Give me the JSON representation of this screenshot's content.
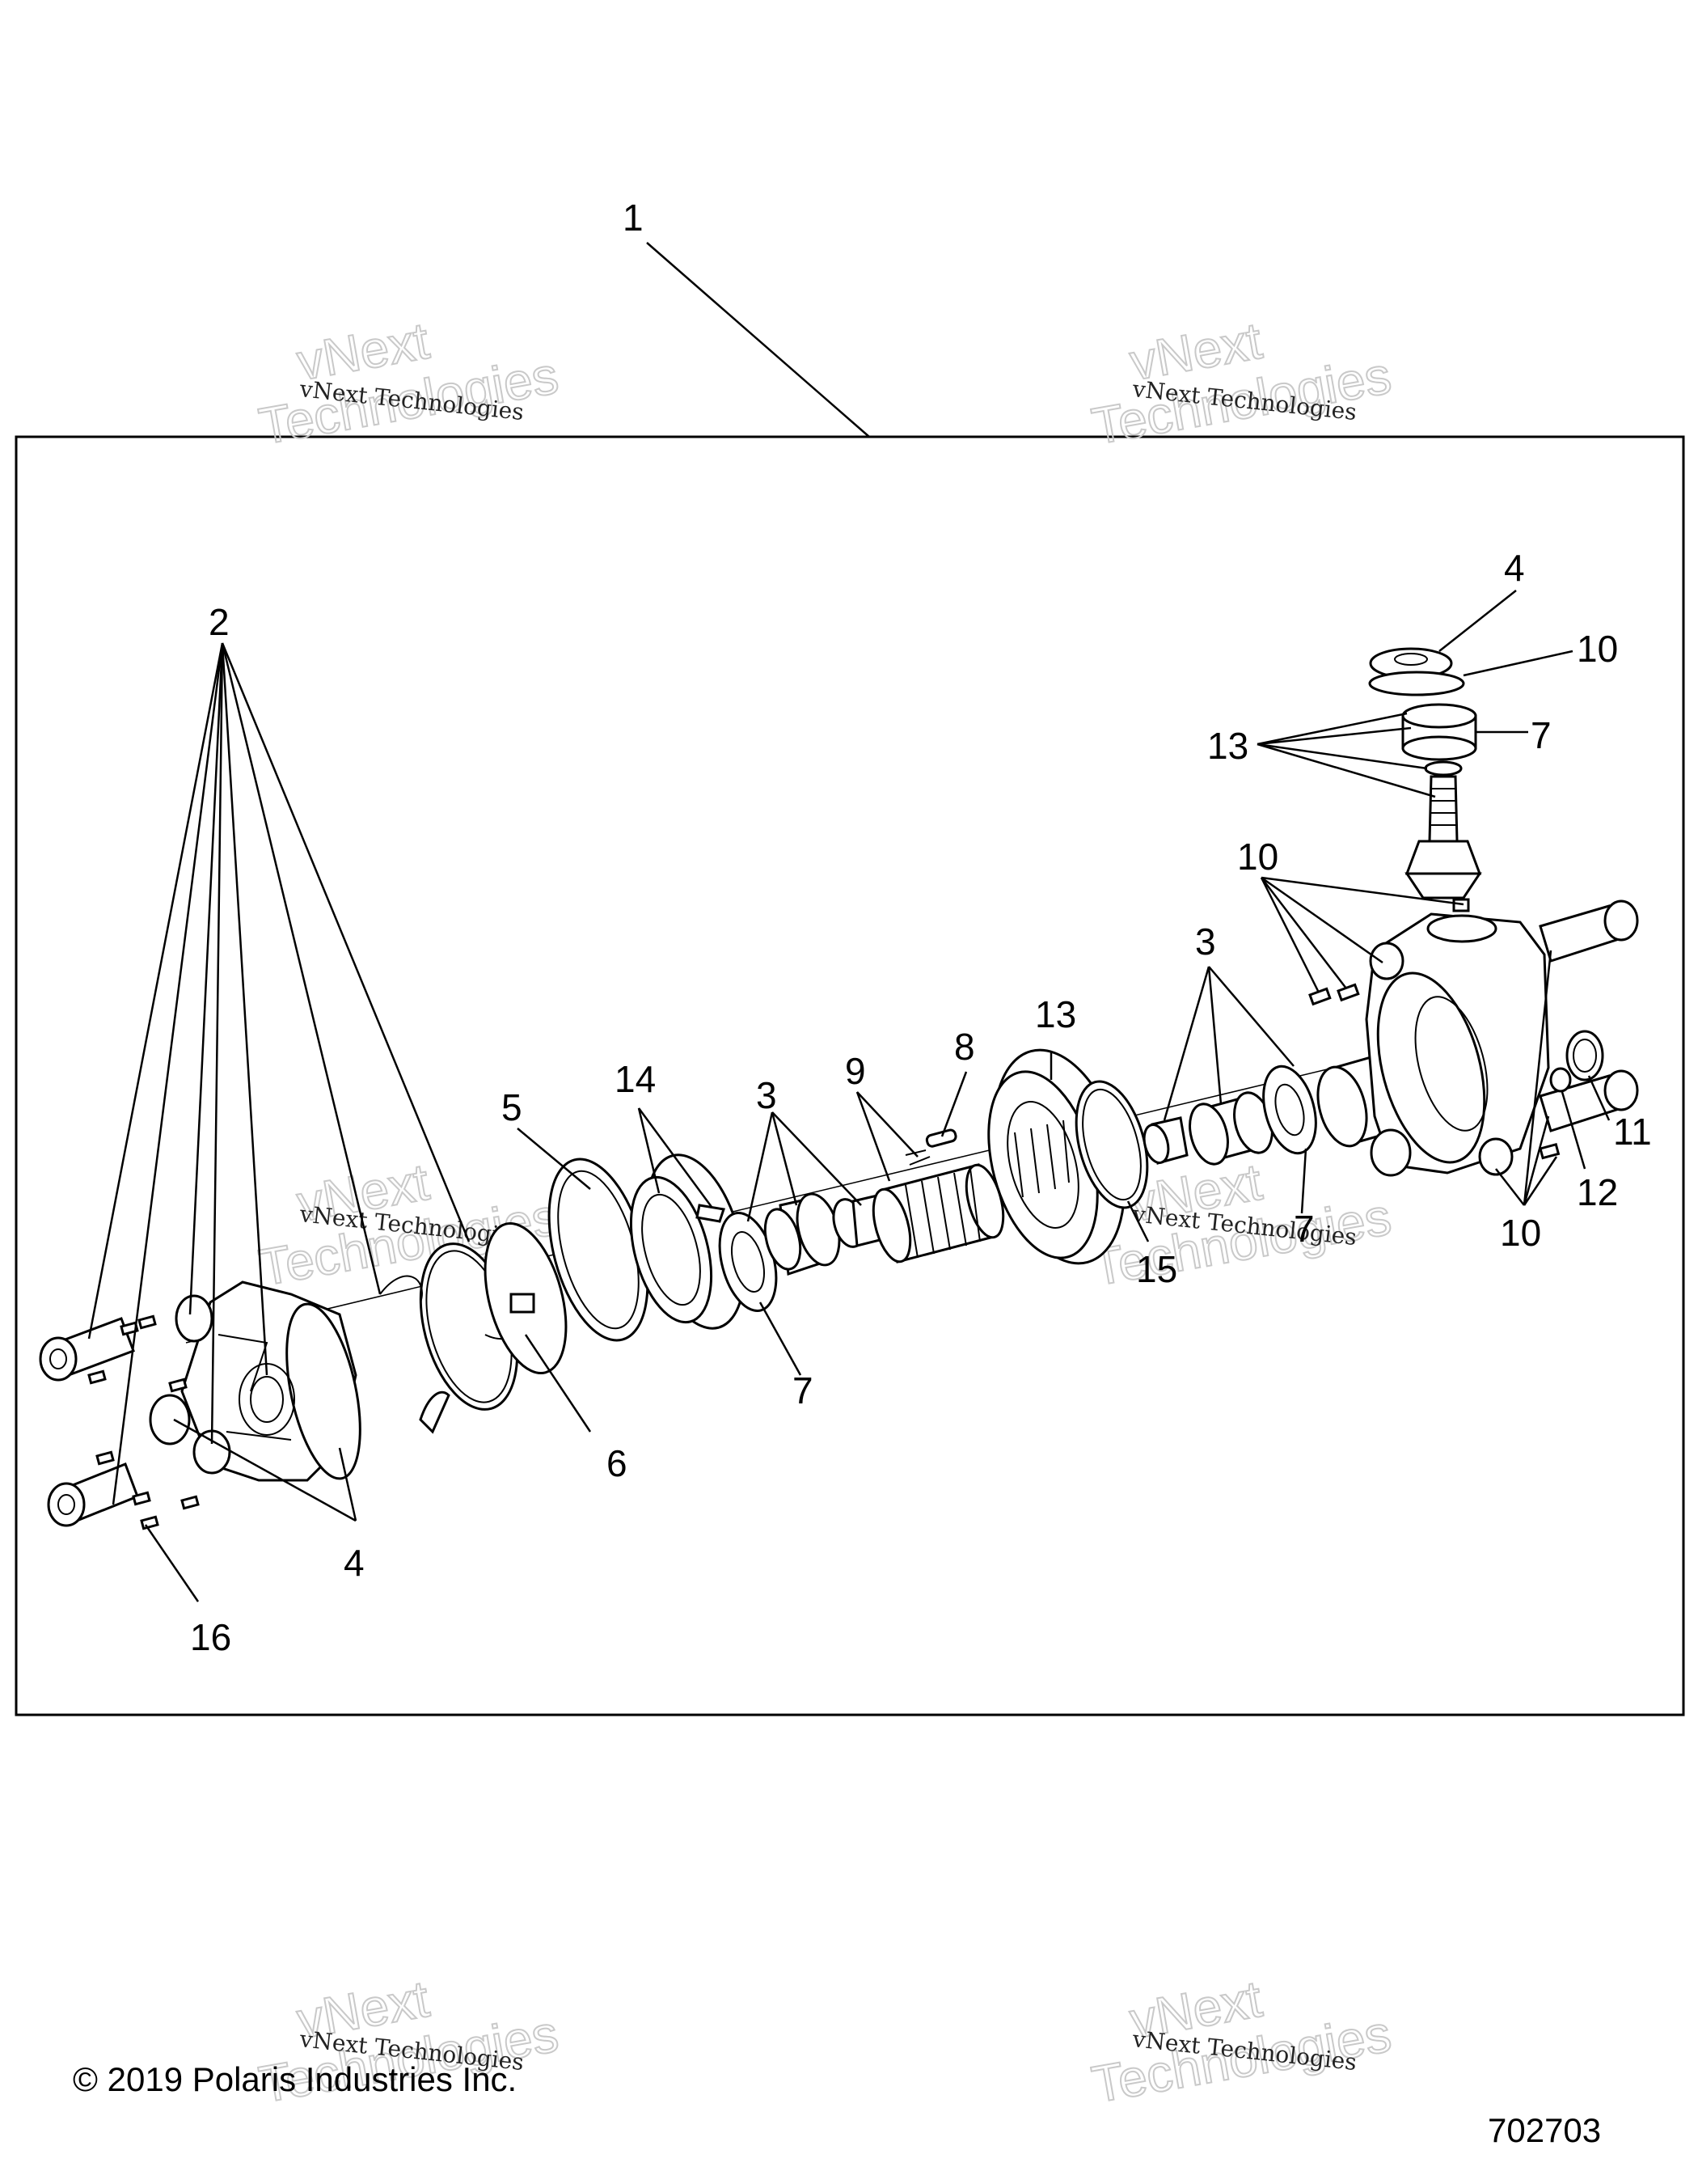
{
  "callouts": [
    {
      "id": "c1",
      "text": "1"
    },
    {
      "id": "c2",
      "text": "2"
    },
    {
      "id": "c3a",
      "text": "3"
    },
    {
      "id": "c3b",
      "text": "3"
    },
    {
      "id": "c4a",
      "text": "4"
    },
    {
      "id": "c4b",
      "text": "4"
    },
    {
      "id": "c5",
      "text": "5"
    },
    {
      "id": "c6",
      "text": "6"
    },
    {
      "id": "c7a",
      "text": "7"
    },
    {
      "id": "c7b",
      "text": "7"
    },
    {
      "id": "c7c",
      "text": "7"
    },
    {
      "id": "c8",
      "text": "8"
    },
    {
      "id": "c9",
      "text": "9"
    },
    {
      "id": "c10a",
      "text": "10"
    },
    {
      "id": "c10b",
      "text": "10"
    },
    {
      "id": "c10c",
      "text": "10"
    },
    {
      "id": "c11",
      "text": "11"
    },
    {
      "id": "c12",
      "text": "12"
    },
    {
      "id": "c13a",
      "text": "13"
    },
    {
      "id": "c13b",
      "text": "13"
    },
    {
      "id": "c14",
      "text": "14"
    },
    {
      "id": "c15",
      "text": "15"
    },
    {
      "id": "c16",
      "text": "16"
    }
  ],
  "watermark": {
    "line1": "vNext Technologies",
    "big_line1": "vNext",
    "big_line2": "Technologies"
  },
  "footer": {
    "copyright": "© 2019 Polaris Industries Inc.",
    "drawing_number": "702703"
  }
}
